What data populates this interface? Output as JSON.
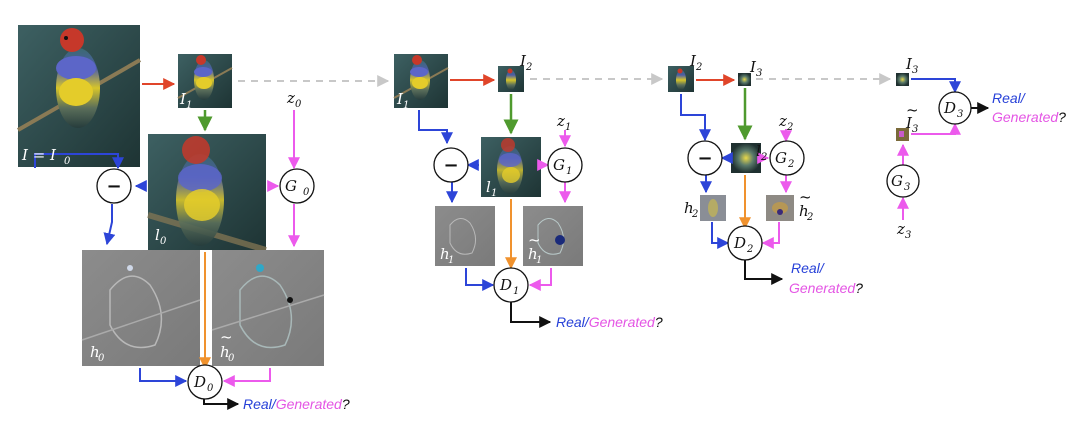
{
  "colors": {
    "blue": "#2d45d8",
    "pink": "#ec5aec",
    "orange": "#f0922e",
    "green": "#4f9a2e",
    "red": "#e0452a",
    "gray": "#c8c8c8",
    "black": "#111111"
  },
  "labels": {
    "I_eq": "I = I",
    "I": "I",
    "l": "l",
    "z": "z",
    "h": "h",
    "G": "G",
    "D": "D",
    "minus": "−",
    "tilde": "~",
    "sub0": "0",
    "sub1": "1",
    "sub2": "2",
    "sub3": "3"
  },
  "output": {
    "real": "Real",
    "slash": "/",
    "generated": "Generated",
    "question": "?"
  }
}
